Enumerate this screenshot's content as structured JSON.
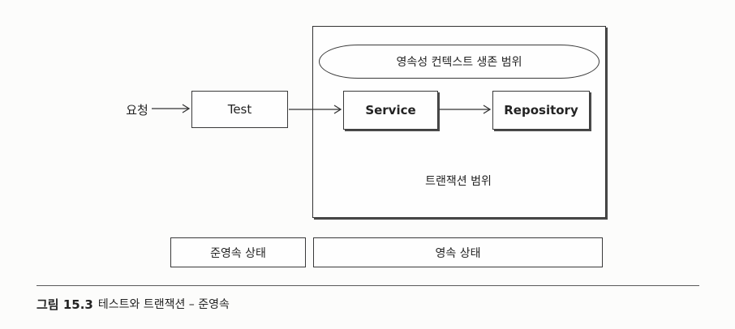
{
  "figure": {
    "request_label": "요청",
    "test_box": "Test",
    "persistence_context": "영속성 컨텍스트 생존 범위",
    "service_box": "Service",
    "repository_box": "Repository",
    "transaction_scope": "트랜잭션 범위",
    "detached_state": "준영속 상태",
    "persistent_state": "영속 상태"
  },
  "caption": {
    "number": "그림 15.3",
    "title": "테스트와 트랜잭션 – 준영속"
  },
  "colors": {
    "ink": "#232323",
    "line": "#333333",
    "background": "#fcfcfb"
  }
}
